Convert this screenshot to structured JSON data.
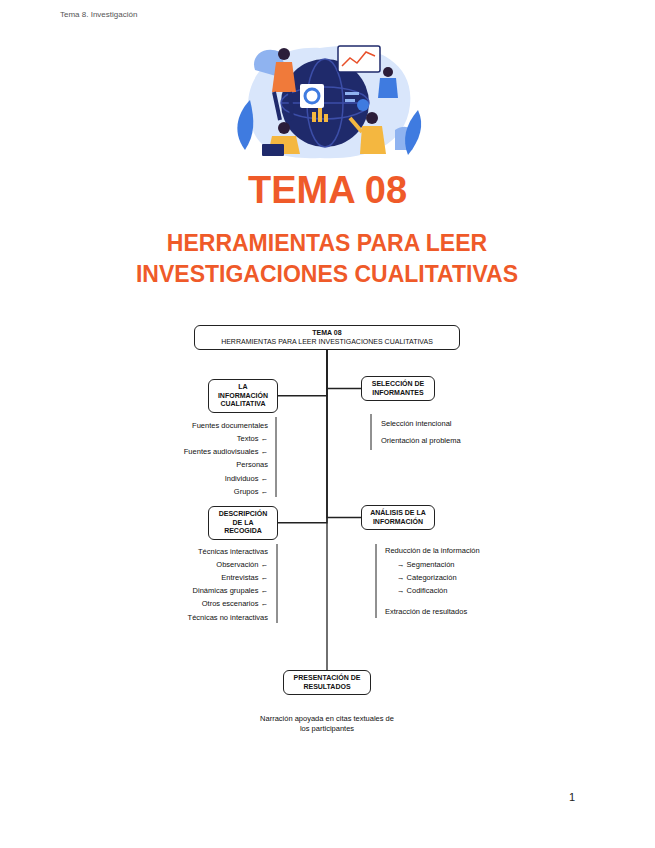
{
  "diagram": {
    "title": "TEMA 08",
    "nodes": [
      {
        "text": [
          "TEMA 08",
          "HERRAMIENTAS PARA LEER INVESTIGACIONES CUALITATIVAS"
        ]
      },
      {
        "text": [
          "LA INFORMACIÓN CUALITATIVA"
        ]
      },
      {
        "text": [
          "SELECCIÓN DE INFORMANTES"
        ]
      },
      {
        "text": [
          "DESCRIPCIÓN DE LA RECOGIDA"
        ]
      },
      {
        "text": [
          "ANÁLISIS DE LA INFORMACIÓN"
        ]
      },
      {
        "text": [
          "PRESENTACIÓN DE RESULTADOS"
        ]
      }
    ],
    "edges": [
      {
        "from": 0,
        "to": 1,
        "arrow": "none"
      },
      {
        "from": 0,
        "to": 2,
        "arrow": "none"
      },
      {
        "from": 0,
        "to": 3,
        "arrow": "none"
      },
      {
        "from": 0,
        "to": 4,
        "arrow": "none"
      },
      {
        "from": 0,
        "to": 5,
        "arrow": "none"
      }
    ],
    "labels": [
      "Tema 8. Investigación",
      "HERRAMIENTAS PARA LEER INVESTIGACIONES CUALITATIVAS",
      "Fuentes documentales",
      "Textos ←",
      "Fuentes audiovisuales ←",
      "Personas",
      "Individuos ←",
      "Grupos ←",
      "Selección intencional",
      "Orientación al problema",
      "Técnicas interactivas",
      "Observación ←",
      "Entrevistas ←",
      "Dinámicas grupales ←",
      "Otros escenarios ←",
      "Técnicas no interactivas",
      "Reducción de la información",
      "→ Segmentación",
      "→ Categorización",
      "→ Codificación",
      "Extracción de resultados",
      "Narración apoyada en citas textuales de los participantes",
      "1"
    ]
  }
}
